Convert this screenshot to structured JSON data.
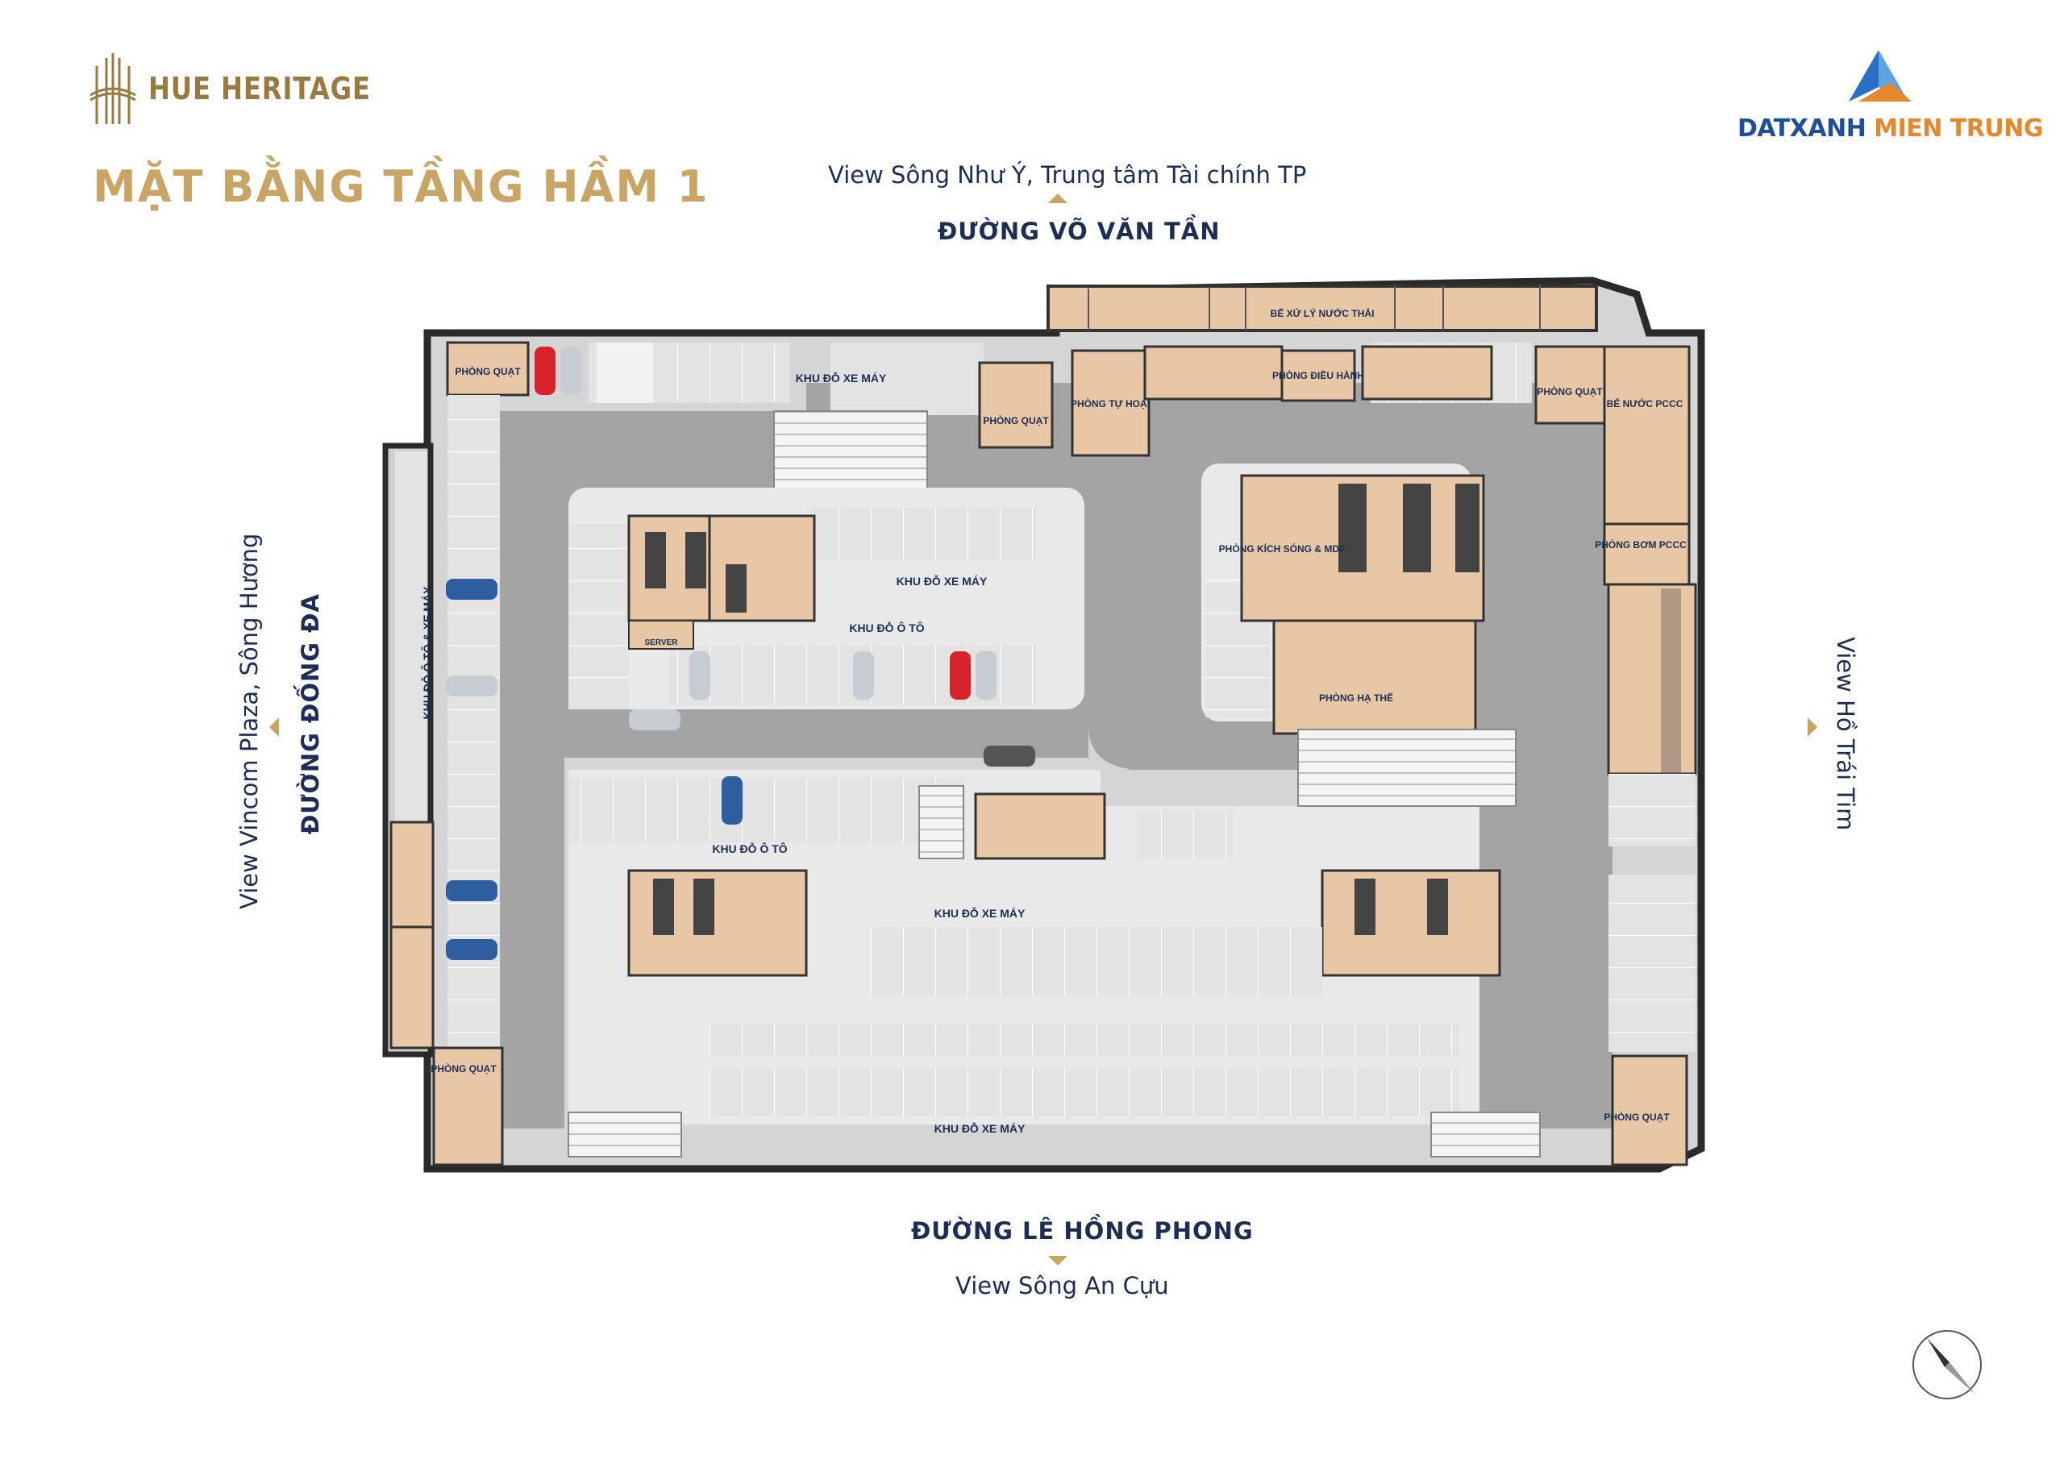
{
  "brand": {
    "name": "HUE HERITAGE"
  },
  "title": "MẶT BẰNG TẦNG HẦM 1",
  "partner": {
    "part1": "DATXANH",
    "part2": "MIEN TRUNG"
  },
  "top": {
    "view": "View Sông Như Ý, Trung tâm Tài chính TP",
    "road": "ĐƯỜNG VÕ VĂN TẦN"
  },
  "bottom": {
    "road": "ĐƯỜNG LÊ HỒNG PHONG",
    "view": "View Sông An Cựu"
  },
  "left": {
    "view": "View Vincom Plaza, Sông Hương",
    "road": "ĐƯỜNG ĐỐNG ĐA"
  },
  "right": {
    "view": "View Hồ Trái Tim"
  },
  "rooms": {
    "quat_tl": "PHÒNG QUẠT",
    "quat_tc": "PHÒNG QUẠT",
    "tu_hoai": "PHÒNG TỰ HOẠI",
    "dieu_hanh": "PHÒNG ĐIỀU HÀNH",
    "quat_tr": "PHÒNG QUẠT",
    "be_nuoc": "BỂ NƯỚC PCCC",
    "xu_ly": "BỂ XỬ LÝ NƯỚC THẢI",
    "kich_song": "PHÒNG KÍCH SÓNG & MDF",
    "bom": "PHÒNG BƠM PCCC",
    "ha_the": "PHÒNG HẠ THẾ",
    "quat_bl": "PHÒNG QUẠT",
    "quat_br": "PHÒNG QUẠT",
    "server": "SERVER"
  },
  "zones": {
    "xe_may_top": "KHU ĐỖ XE MÁY",
    "xe_may_mid": "KHU ĐỖ XE MÁY",
    "oto_mid": "KHU ĐỖ Ô TÔ",
    "oto_left": "KHU ĐỖ Ô TÔ & XE MÁY",
    "oto_lower": "KHU ĐỖ Ô TÔ",
    "xe_may_low": "KHU ĐỖ XE MÁY",
    "xe_may_bot": "KHU ĐỖ XE MÁY"
  }
}
